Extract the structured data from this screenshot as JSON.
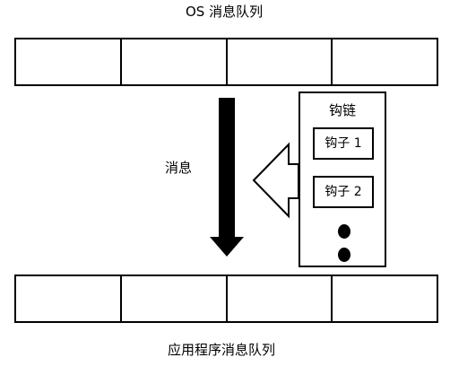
{
  "os_queue": {
    "title": "OS 消息队列",
    "cells": [
      "",
      "",
      "",
      ""
    ]
  },
  "app_queue": {
    "title": "应用程序消息队列",
    "cells": [
      "",
      "",
      "",
      ""
    ]
  },
  "message_label": "消息",
  "hook_chain": {
    "title": "钩链",
    "hooks": [
      "钩子 1",
      "钩子 2"
    ]
  }
}
